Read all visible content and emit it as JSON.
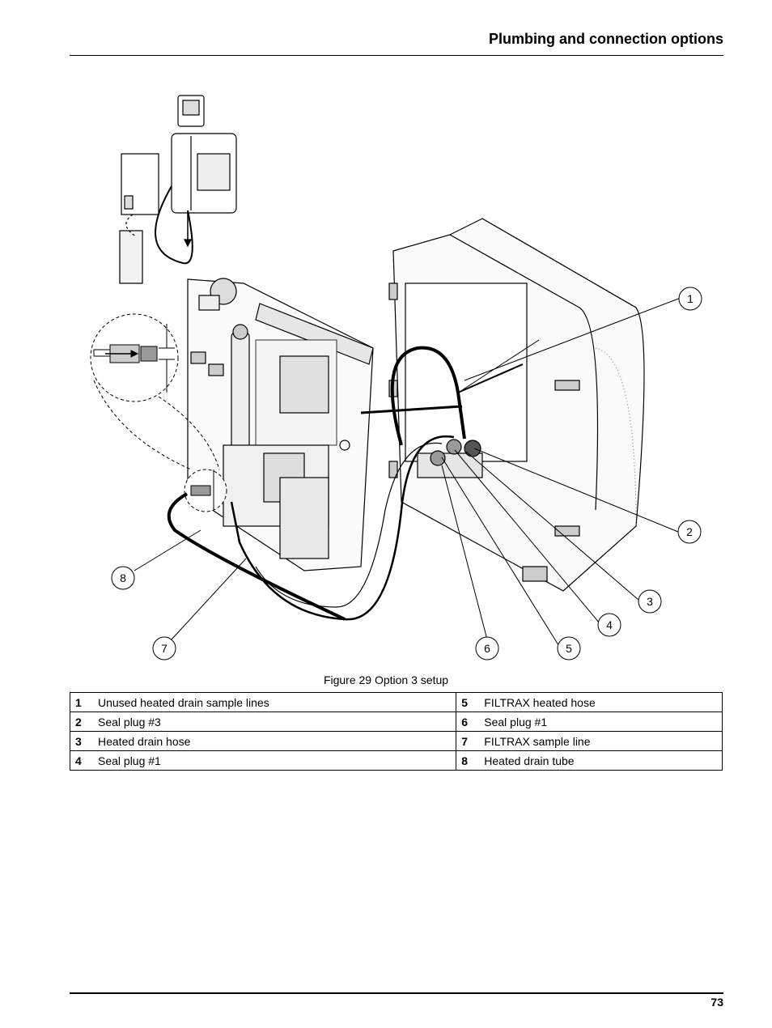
{
  "header": {
    "title": "Plumbing and connection options"
  },
  "figure": {
    "caption": "Figure 29 Option 3 setup",
    "callouts": [
      "1",
      "2",
      "3",
      "4",
      "5",
      "6",
      "7",
      "8"
    ]
  },
  "legend": {
    "rows": [
      {
        "left_num": "1",
        "left_label": "Unused heated drain sample lines",
        "right_num": "5",
        "right_label": "FILTRAX heated hose"
      },
      {
        "left_num": "2",
        "left_label": "Seal plug #3",
        "right_num": "6",
        "right_label": "Seal plug #1"
      },
      {
        "left_num": "3",
        "left_label": "Heated drain hose",
        "right_num": "7",
        "right_label": "FILTRAX sample line"
      },
      {
        "left_num": "4",
        "left_label": "Seal plug #1",
        "right_num": "8",
        "right_label": "Heated drain tube"
      }
    ]
  },
  "footer": {
    "page_number": "73"
  }
}
